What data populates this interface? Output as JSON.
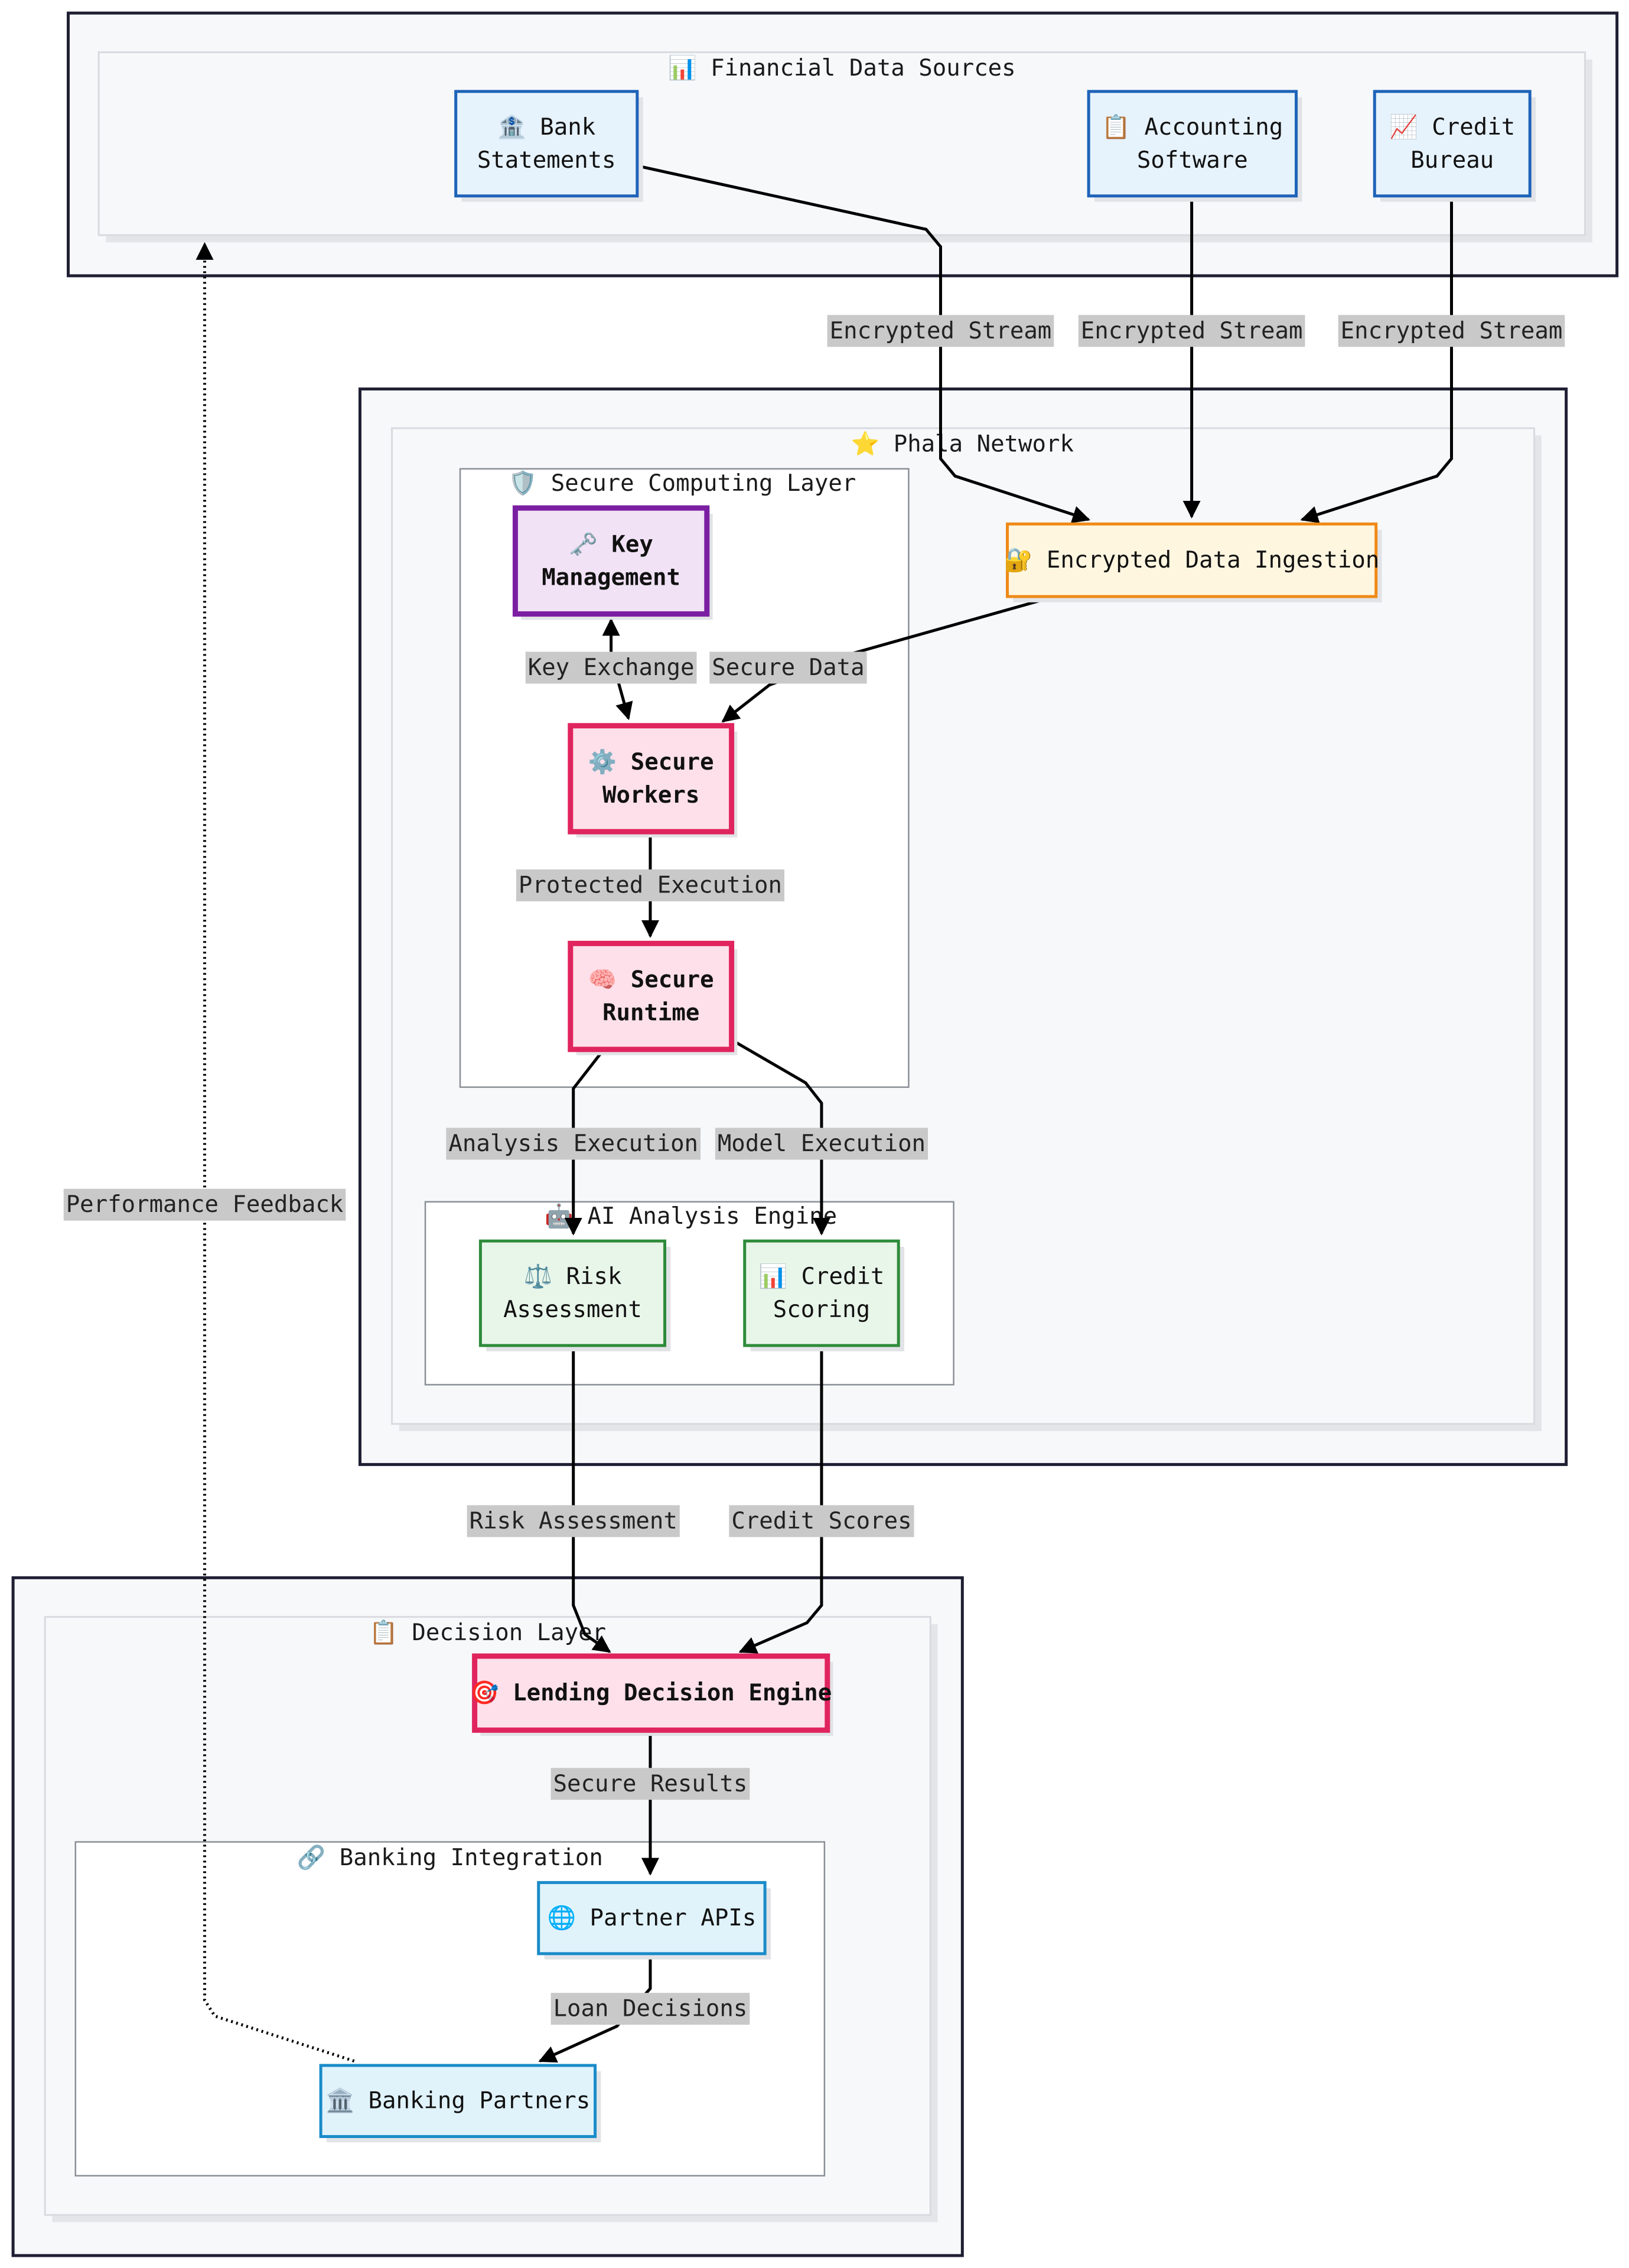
{
  "clusters": {
    "financial_outer": {},
    "financial": {
      "label": "📊 Financial Data Sources"
    },
    "phala_outer": {},
    "phala": {
      "label": "⭐ Phala Network"
    },
    "secure_computing": {
      "label": "🛡️ Secure Computing Layer"
    },
    "ai_engine": {
      "label": "🤖 AI Analysis Engine"
    },
    "decision_outer": {},
    "decision": {
      "label": "📋 Decision Layer"
    },
    "banking": {
      "label": "🔗 Banking Integration"
    }
  },
  "nodes": {
    "bank_statements": {
      "lines": [
        "🏦 Bank",
        "Statements"
      ],
      "style": "source"
    },
    "accounting_software": {
      "lines": [
        "📋 Accounting",
        "Software"
      ],
      "style": "source"
    },
    "credit_bureau": {
      "lines": [
        "📈 Credit",
        "Bureau"
      ],
      "style": "source"
    },
    "encrypted_ingestion": {
      "lines": [
        "🔐 Encrypted Data Ingestion"
      ],
      "style": "ingest"
    },
    "key_management": {
      "lines": [
        "🗝️ Key",
        "Management"
      ],
      "style": "key"
    },
    "secure_workers": {
      "lines": [
        "⚙️ Secure",
        "Workers"
      ],
      "style": "secure"
    },
    "secure_runtime": {
      "lines": [
        "🧠 Secure",
        "Runtime"
      ],
      "style": "secure"
    },
    "risk_assessment": {
      "lines": [
        "⚖️ Risk",
        "Assessment"
      ],
      "style": "ai"
    },
    "credit_scoring": {
      "lines": [
        "📊 Credit",
        "Scoring"
      ],
      "style": "ai"
    },
    "lending_engine": {
      "lines": [
        "🎯 Lending Decision Engine"
      ],
      "style": "secure"
    },
    "partner_apis": {
      "lines": [
        "🌐 Partner APIs"
      ],
      "style": "bank"
    },
    "banking_partners": {
      "lines": [
        "🏛️ Banking Partners"
      ],
      "style": "bank"
    }
  },
  "edges": {
    "bank_to_ingest": {
      "from": "bank_statements",
      "to": "encrypted_ingestion",
      "label": "Encrypted Stream"
    },
    "acct_to_ingest": {
      "from": "accounting_software",
      "to": "encrypted_ingestion",
      "label": "Encrypted Stream"
    },
    "bureau_to_ingest": {
      "from": "credit_bureau",
      "to": "encrypted_ingestion",
      "label": "Encrypted Stream"
    },
    "ingest_to_workers": {
      "from": "encrypted_ingestion",
      "to": "secure_workers",
      "label": "Secure Data"
    },
    "key_exchange": {
      "from": "key_management",
      "to": "secure_workers",
      "label": "Key Exchange",
      "bidirectional": true
    },
    "workers_to_runtime": {
      "from": "secure_workers",
      "to": "secure_runtime",
      "label": "Protected Execution"
    },
    "runtime_to_risk": {
      "from": "secure_runtime",
      "to": "risk_assessment",
      "label": "Analysis Execution"
    },
    "runtime_to_credit": {
      "from": "secure_runtime",
      "to": "credit_scoring",
      "label": "Model Execution"
    },
    "risk_to_engine": {
      "from": "risk_assessment",
      "to": "lending_engine",
      "label": "Risk Assessment"
    },
    "credit_to_engine": {
      "from": "credit_scoring",
      "to": "lending_engine",
      "label": "Credit Scores"
    },
    "engine_to_apis": {
      "from": "lending_engine",
      "to": "partner_apis",
      "label": "Secure Results"
    },
    "apis_to_partners": {
      "from": "partner_apis",
      "to": "banking_partners",
      "label": "Loan Decisions"
    },
    "feedback": {
      "from": "banking_partners",
      "to": "financial",
      "label": "Performance Feedback",
      "dotted": true
    }
  },
  "styles": {
    "source": {
      "fill": "#e6f2fc",
      "stroke": "#1e63b8",
      "bold": false
    },
    "ingest": {
      "fill": "#fff6e0",
      "stroke": "#ef8a17",
      "bold": false
    },
    "key": {
      "fill": "#f1e2f5",
      "stroke": "#7b1fa2",
      "bold": true
    },
    "secure": {
      "fill": "#fde0ea",
      "stroke": "#e0245e",
      "bold": true
    },
    "ai": {
      "fill": "#e8f5e9",
      "stroke": "#2e8b3a",
      "bold": false
    },
    "bank": {
      "fill": "#e0f3fb",
      "stroke": "#1a8bc9",
      "bold": false
    },
    "cluster_outer_stroke": "#1f1f33",
    "cluster_inner_fill": "#f6f8fa",
    "edge_label_bg": "#c9c9c9",
    "edge_color": "#000000"
  }
}
